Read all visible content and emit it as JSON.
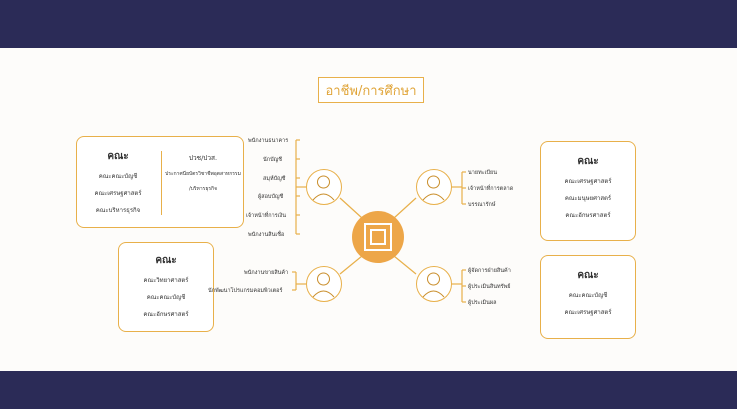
{
  "title": "อาชีพ/การศึกษา",
  "top_left": {
    "faculty": {
      "heading": "คณะ",
      "items": [
        "คณะคณะบัญชี",
        "คณะเศรษฐศาสตร์",
        "คณะบริหารธุรกิจ"
      ]
    },
    "vocational": {
      "heading": "ปวช/ปวส.",
      "items": [
        "ประกาศนียบัตรวิชาชีพอุตสาหกรรม",
        "/บริหารธุรกิจ"
      ]
    },
    "jobs": [
      "พนักงานธนาคาร",
      "นักบัญชี",
      "สมุห์บัญชี",
      "ผู้สอบบัญชี",
      "เจ้าหน้าที่การเงิน",
      "พนักงานสินเชื่อ"
    ]
  },
  "top_right": {
    "jobs": [
      "นายทะเบียน",
      "เจ้าหน้าที่การตลาด",
      "บรรณารักษ์"
    ],
    "faculty": {
      "heading": "คณะ",
      "items": [
        "คณะเศรษฐศาสตร์",
        "คณะมนุษยศาสตร์",
        "คณะอักษรศาสตร์"
      ]
    }
  },
  "bottom_left": {
    "faculty": {
      "heading": "คณะ",
      "items": [
        "คณะวิทยาศาสตร์",
        "คณะคณะบัญชี",
        "คณะอักษรศาสตร์"
      ]
    },
    "jobs": [
      "พนักงานขายสินค้า",
      "นักพัฒนาโปรแกรมคอมพิวเตอร์"
    ]
  },
  "bottom_right": {
    "jobs": [
      "ผู้จัดการฝ่ายสินค้า",
      "ผู้ประเมินสินทรัพย์",
      "ผู้ประเมินผล"
    ],
    "faculty": {
      "heading": "คณะ",
      "items": [
        "คณะคณะบัญชี",
        "คณะเศรษฐศาสตร์"
      ]
    }
  },
  "colors": {
    "accent": "#e8b04a",
    "hub": "#eda648",
    "band": "#2b2b57"
  }
}
